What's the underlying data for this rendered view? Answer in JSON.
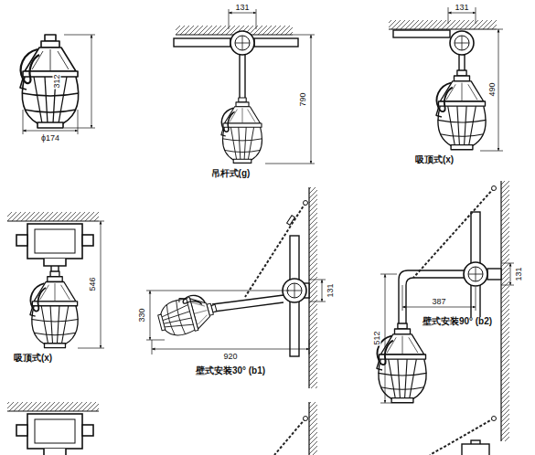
{
  "diagram": {
    "labels": [
      "312",
      "ϕ174",
      "131",
      "790",
      "吊杆式(g)",
      "131",
      "490",
      "吸顶式(x)",
      "546",
      "吸顶式(x)",
      "131",
      "330",
      "920",
      "壁式安装30° (b1)",
      "387",
      "131",
      "512",
      "壁式安装90° (b2)"
    ]
  }
}
